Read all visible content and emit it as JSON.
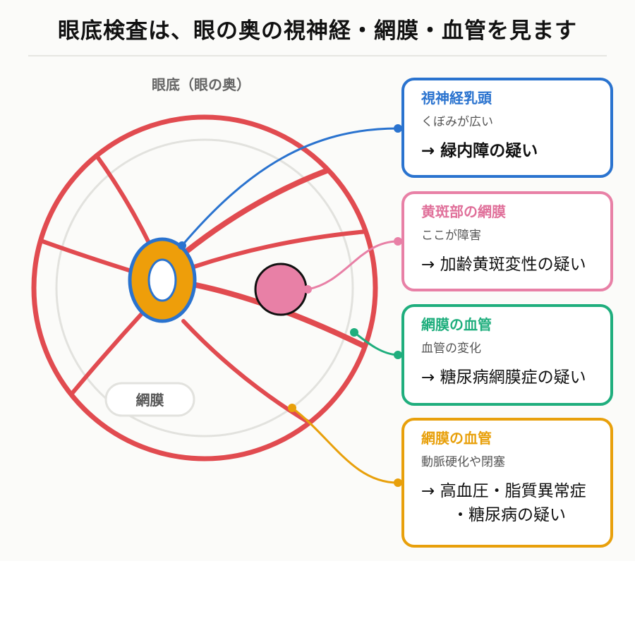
{
  "title": "眼底検査は、眼の奥の視神経・網膜・血管を見ます",
  "fundus_label": "眼底（眼の奥）",
  "retina_label": "網膜",
  "colors": {
    "vessel": "#e14b50",
    "optic_ring": "#2a73cf",
    "optic_fill": "#ee9e0a",
    "macula": "#e880a6",
    "green": "#1fae7d",
    "orange": "#e8a00b"
  },
  "callouts": [
    {
      "title": "視神経乳頭",
      "desc": "くぼみが広い",
      "result": "→ 緑内障の疑い"
    },
    {
      "title": "黄斑部の網膜",
      "desc": "ここが障害",
      "result": "→ 加齢黄斑変性の疑い"
    },
    {
      "title": "網膜の血管",
      "desc": "血管の変化",
      "result": "→ 糖尿病網膜症の疑い"
    },
    {
      "title": "網膜の血管",
      "desc": "動脈硬化や閉塞",
      "result": "→ 高血圧・脂質異常症",
      "result_cont": "・糖尿病の疑い"
    }
  ]
}
